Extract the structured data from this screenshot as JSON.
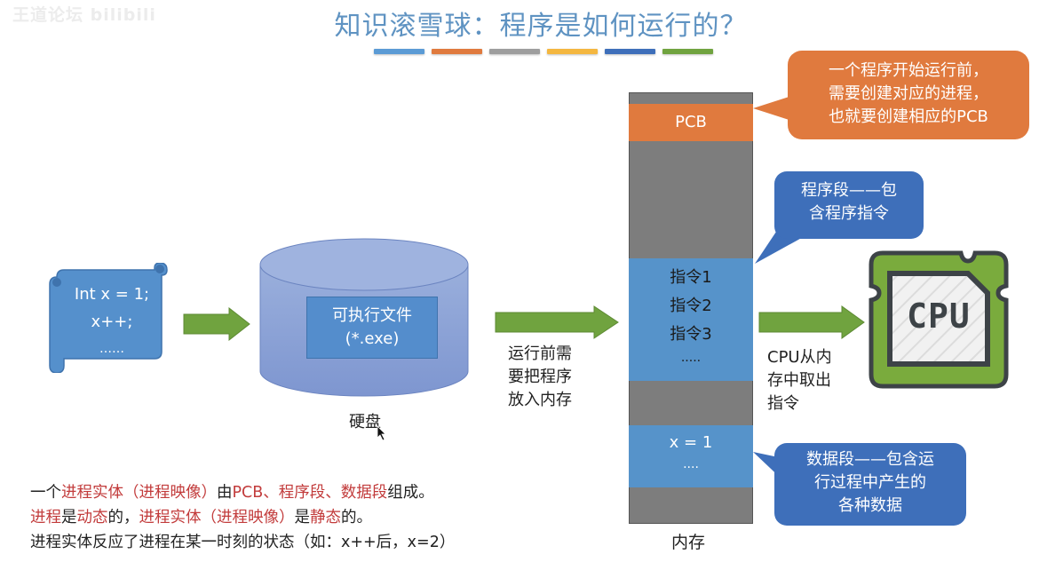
{
  "watermark": "王道论坛 bilibili",
  "title": "知识滚雪球：程序是如何运行的？",
  "title_bar_colors": [
    "#5b9bd5",
    "#e07a3e",
    "#9e9e9e",
    "#f4b740",
    "#3e6fba",
    "#70a33f"
  ],
  "source_code": {
    "lines": [
      "Int x = 1;",
      "x++;",
      "……"
    ]
  },
  "disk": {
    "file_label_line1": "可执行文件",
    "file_label_line2": "(*.exe)",
    "label": "硬盘"
  },
  "load_caption": [
    "运行前需",
    "要把程序",
    "放入内存"
  ],
  "memory": {
    "label": "内存",
    "pcb_label": "PCB",
    "instructions": [
      "指令1",
      "指令2",
      "指令3",
      "....."
    ],
    "data": [
      "x = 1",
      "...."
    ]
  },
  "fetch_caption": [
    "CPU从内",
    "存中取出",
    "指令"
  ],
  "cpu_label": "CPU",
  "callouts": {
    "pcb": [
      "一个程序开始运行前，",
      "需要创建对应的进程，",
      "也就要创建相应的PCB"
    ],
    "code_segment": [
      "程序段——包",
      "含程序指令"
    ],
    "data_segment": [
      "数据段——包含运",
      "行过程中产生的",
      "各种数据"
    ]
  },
  "notes": {
    "line1": [
      {
        "text": "一个",
        "highlight": false
      },
      {
        "text": "进程实体（进程映像）",
        "highlight": true
      },
      {
        "text": "由",
        "highlight": false
      },
      {
        "text": "PCB、程序段、数据段",
        "highlight": true
      },
      {
        "text": "组成。",
        "highlight": false
      }
    ],
    "line2": [
      {
        "text": "进程",
        "highlight": true
      },
      {
        "text": "是",
        "highlight": false
      },
      {
        "text": "动态",
        "highlight": true
      },
      {
        "text": "的，",
        "highlight": false
      },
      {
        "text": "进程实体（进程映像）",
        "highlight": true
      },
      {
        "text": "是",
        "highlight": false
      },
      {
        "text": "静态",
        "highlight": true
      },
      {
        "text": "的。",
        "highlight": false
      }
    ],
    "line3": "进程实体反应了进程在某一时刻的状态（如：x++后，x=2）"
  },
  "colors": {
    "title": "#5f93c2",
    "arrow": "#70a33f",
    "orange": "#e07a3e",
    "blue": "#3e6fba",
    "memory_gray": "#7d7d7d",
    "highlight_red": "#c23b3b"
  }
}
